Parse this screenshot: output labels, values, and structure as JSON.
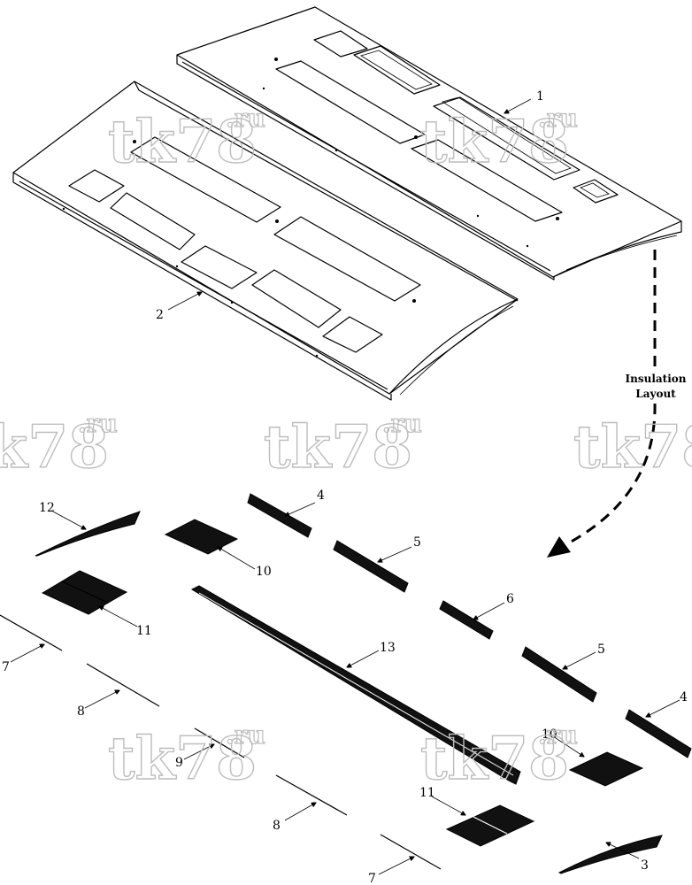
{
  "callouts": {
    "c1": "1",
    "c2": "2",
    "c3": "3",
    "c4a": "4",
    "c4b": "4",
    "c5a": "5",
    "c5b": "5",
    "c6": "6",
    "c7a": "7",
    "c7b": "7",
    "c8a": "8",
    "c8b": "8",
    "c9": "9",
    "c10a": "10",
    "c10b": "10",
    "c11a": "11",
    "c11b": "11",
    "c12": "12",
    "c13": "13"
  },
  "note": {
    "line1": "Insulation",
    "line2": "Layout"
  },
  "watermark": {
    "main": "tk78",
    "sup": ".ru"
  },
  "colors": {
    "ink": "#000000",
    "watermark": "#bdbdbd",
    "background": "#ffffff"
  }
}
